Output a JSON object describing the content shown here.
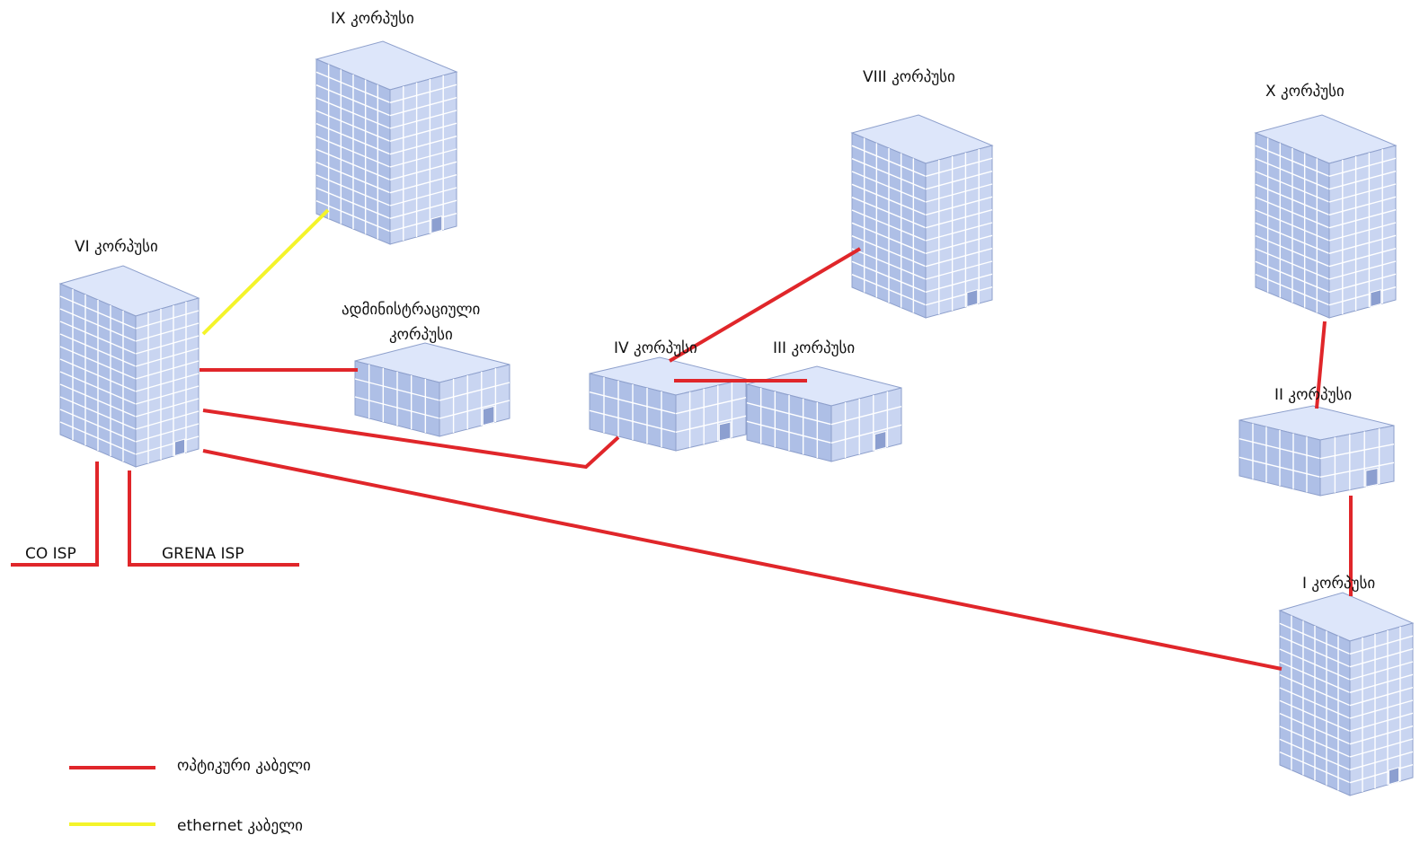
{
  "colors": {
    "optic": "#e0262a",
    "ethernet": "#f4f42a",
    "face_front": "#aebfe6",
    "face_side": "#c9d5f1",
    "face_top": "#dde6fa",
    "grid": "#ffffff",
    "edge": "#8ea0cc",
    "door": "#8c9fd0"
  },
  "buildings": {
    "b9": {
      "label": "IX კორპუსი"
    },
    "b8": {
      "label": "VIII კორპუსი"
    },
    "b10": {
      "label": "X კორპუსი"
    },
    "b6": {
      "label": "VI კორპუსი"
    },
    "badm": {
      "label_line1": "ადმინისტრაციული",
      "label_line2": "კორპუსი"
    },
    "b4": {
      "label": "IV კორპუსი"
    },
    "b3": {
      "label": "III კორპუსი"
    },
    "b2": {
      "label": "II კორპუსი"
    },
    "b1": {
      "label": "I კორპუსი"
    }
  },
  "isp": {
    "co": "CO ISP",
    "grena": "GRENA ISP"
  },
  "links": [
    {
      "from": "VI",
      "to": "IX",
      "type": "ethernet"
    },
    {
      "from": "VI",
      "to": "ადმინისტრაციული კორპუსი",
      "type": "optic"
    },
    {
      "from": "VI",
      "to": "IV",
      "type": "optic"
    },
    {
      "from": "VI",
      "to": "I",
      "type": "optic"
    },
    {
      "from": "IV",
      "to": "VIII",
      "type": "optic"
    },
    {
      "from": "IV",
      "to": "III",
      "type": "optic"
    },
    {
      "from": "X",
      "to": "II",
      "type": "optic"
    },
    {
      "from": "II",
      "to": "I",
      "type": "optic"
    },
    {
      "from": "VI",
      "to": "CO ISP",
      "type": "optic"
    },
    {
      "from": "VI",
      "to": "GRENA ISP",
      "type": "optic"
    }
  ],
  "legend": {
    "optic_label": "ოპტიკური კაბელი",
    "ethernet_label": "ethernet კაბელი"
  }
}
